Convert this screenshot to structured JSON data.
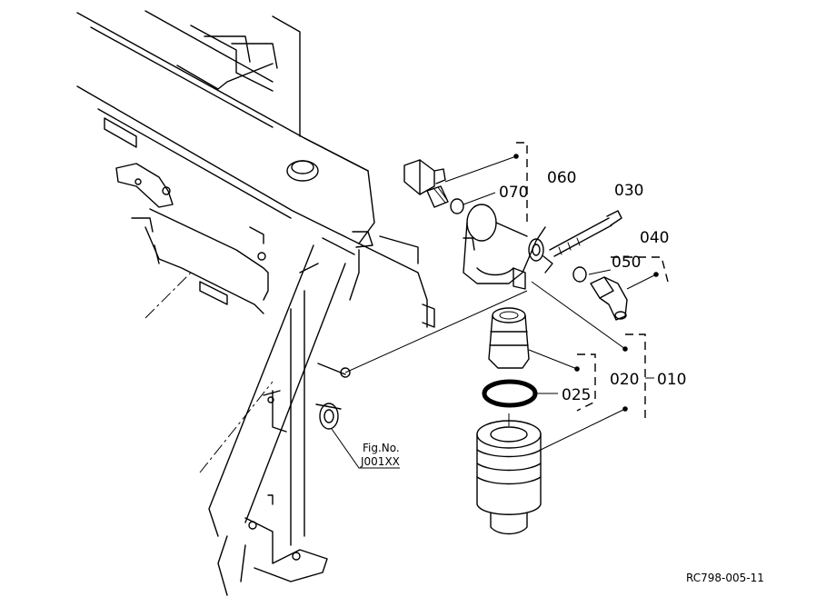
{
  "callouts": {
    "p010": "010",
    "p020": "020",
    "p025": "025",
    "p030": "030",
    "p040": "040",
    "p050": "050",
    "p060": "060",
    "p070": "070"
  },
  "figure_ref": {
    "line1": "Fig.No.",
    "line2": "J001XX"
  },
  "drawing_code": "RC798-005-11"
}
